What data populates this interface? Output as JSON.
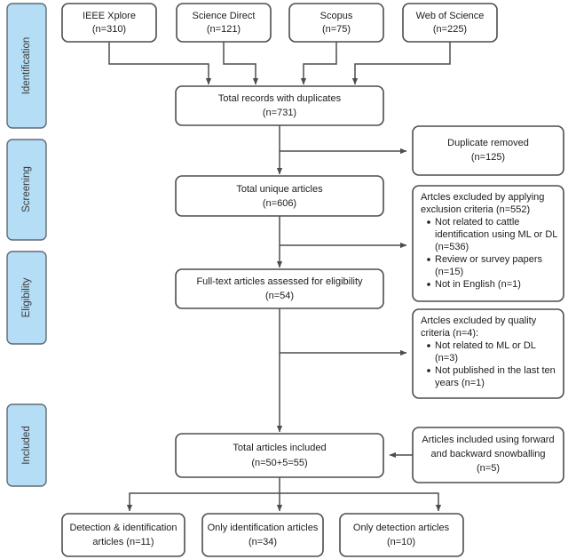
{
  "diagram": {
    "title": "PRISMA study selection flow diagram",
    "type": "flowchart",
    "colors": {
      "stage_fill": "#b5ddf5",
      "stage_stroke": "#5f6b72",
      "node_fill": "#ffffff",
      "node_stroke": "#4d4d4d",
      "text": "#1c1c1c"
    }
  },
  "stages": [
    {
      "id": "identification",
      "label": "Identification"
    },
    {
      "id": "screening",
      "label": "Screening"
    },
    {
      "id": "eligibility",
      "label": "Eligibility"
    },
    {
      "id": "included",
      "label": "Included"
    }
  ],
  "sources": [
    {
      "id": "ieee",
      "name": "IEEE Xplore",
      "count_label": "(n=310)",
      "count": 310
    },
    {
      "id": "science-direct",
      "name": "Science Direct",
      "count_label": "(n=121)",
      "count": 121
    },
    {
      "id": "scopus",
      "name": "Scopus",
      "count_label": "(n=75)",
      "count": 75
    },
    {
      "id": "web-of-science",
      "name": "Web of Science",
      "count_label": "(n=225)",
      "count": 225
    }
  ],
  "main_flow": [
    {
      "id": "total-records",
      "line1": "Total records with duplicates",
      "line2": "(n=731)",
      "count": 731
    },
    {
      "id": "unique-articles",
      "line1": "Total unique articles",
      "line2": "(n=606)",
      "count": 606
    },
    {
      "id": "full-text",
      "line1": "Full-text articles assessed for eligibility",
      "line2": "(n=54)",
      "count": 54
    },
    {
      "id": "total-included",
      "line1": "Total articles included",
      "line2": "(n=50+5=55)",
      "count": 55
    }
  ],
  "side_boxes": {
    "duplicates": {
      "id": "duplicate-removed",
      "line1": "Duplicate removed",
      "line2": "(n=125)",
      "count": 125
    },
    "exclusion": {
      "id": "excluded-exclusion-criteria",
      "heading1": "Artcles excluded by applying",
      "heading2": "exclusion criteria (n=552)",
      "count": 552,
      "bullets": [
        {
          "lines": [
            "Not related to cattle",
            "identification using ML or DL",
            "(n=536)"
          ],
          "count": 536
        },
        {
          "lines": [
            "Review or survey papers",
            "(n=15)"
          ],
          "count": 15
        },
        {
          "lines": [
            "Not in English (n=1)"
          ],
          "count": 1
        }
      ]
    },
    "quality": {
      "id": "excluded-quality-criteria",
      "heading1": "Artcles excluded by quality",
      "heading2": "criteria (n=4):",
      "count": 4,
      "bullets": [
        {
          "lines": [
            "Not related to ML or DL",
            "(n=3)"
          ],
          "count": 3
        },
        {
          "lines": [
            "Not published in the last ten",
            "years (n=1)"
          ],
          "count": 1
        }
      ]
    },
    "snowballing": {
      "id": "snowballing-included",
      "line1": "Articles included using forward",
      "line2": "and backward snowballing",
      "line3": "(n=5)",
      "count": 5
    }
  },
  "outcomes": [
    {
      "id": "detection-and-identification",
      "line1": "Detection & identification",
      "line2": "articles (n=11)",
      "count": 11
    },
    {
      "id": "only-identification",
      "line1": "Only identification articles",
      "line2": "(n=34)",
      "count": 34
    },
    {
      "id": "only-detection",
      "line1": "Only detection articles",
      "line2": "(n=10)",
      "count": 10
    }
  ]
}
